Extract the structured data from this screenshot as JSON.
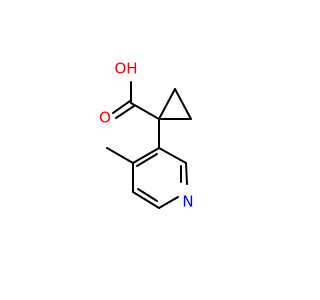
{
  "molecule": {
    "atoms": [
      {
        "id": "O_hydroxyl",
        "label": "OH",
        "color": "#ff0000"
      },
      {
        "id": "O_carbonyl",
        "label": "O",
        "color": "#ff0000"
      },
      {
        "id": "N_ring",
        "label": "N",
        "color": "#0000ff"
      }
    ],
    "bond_color": "#000000"
  }
}
